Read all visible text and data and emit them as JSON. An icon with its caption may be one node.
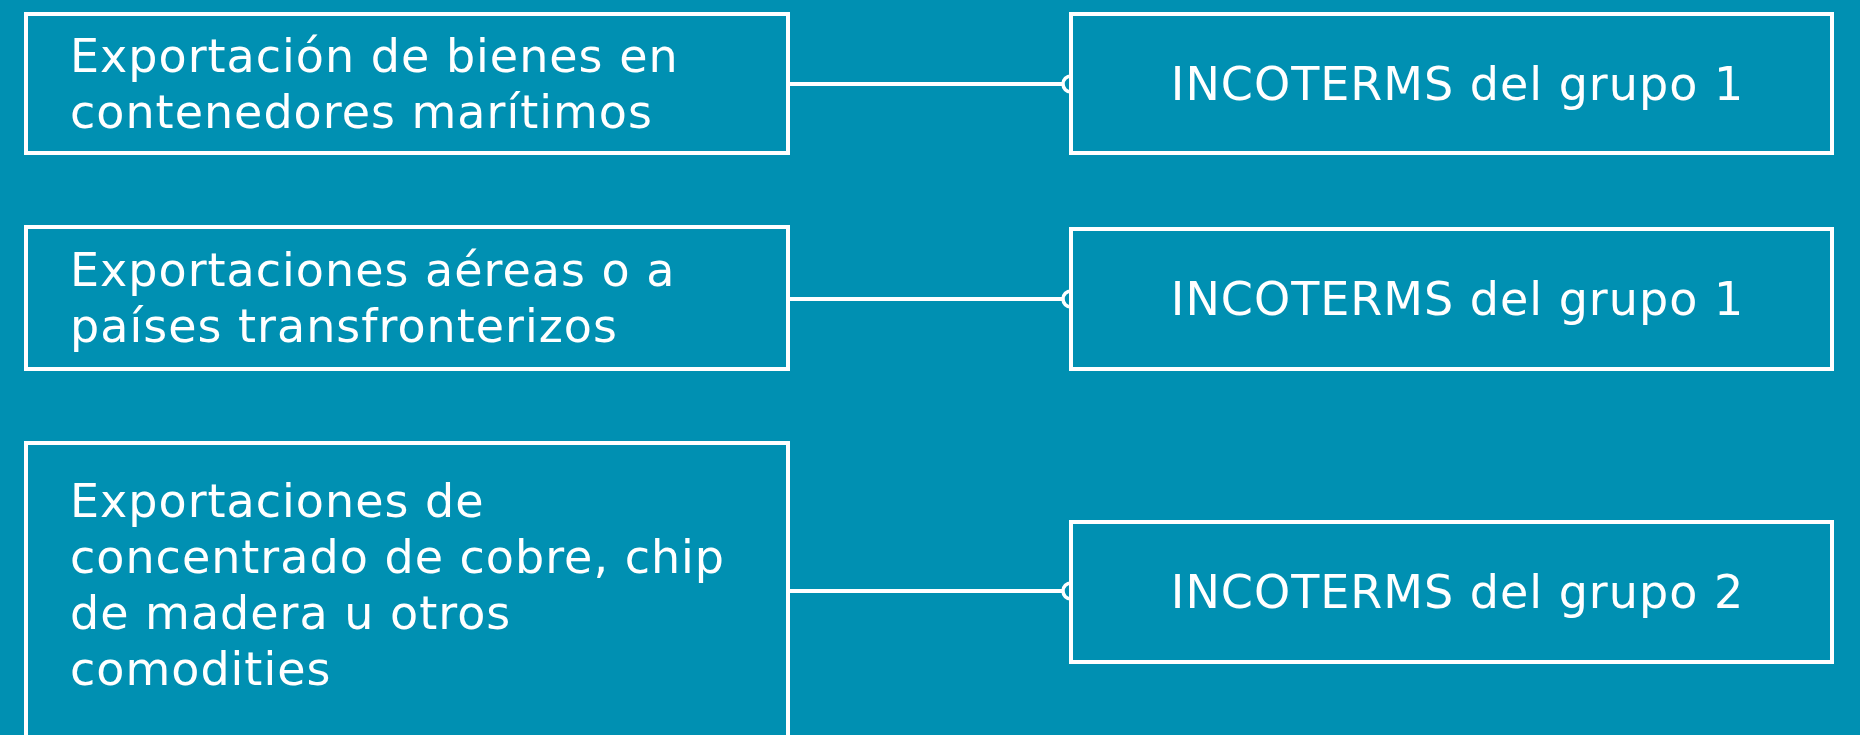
{
  "diagram": {
    "nodes": [
      {
        "text": [
          "Exportación de bienes en contenedores marítimos"
        ]
      },
      {
        "text": [
          "INCOTERMS del grupo 1"
        ]
      },
      {
        "text": [
          "Exportaciones aéreas o a países transfronterizos"
        ]
      },
      {
        "text": [
          "INCOTERMS del grupo 1"
        ]
      },
      {
        "text": [
          "Exportaciones de concentrado de cobre, chip de madera u otros comodities"
        ]
      },
      {
        "text": [
          "INCOTERMS del grupo 2"
        ]
      }
    ],
    "edges": [
      {
        "from": 0,
        "to": 1,
        "arrow": "other"
      },
      {
        "from": 2,
        "to": 3,
        "arrow": "other"
      },
      {
        "from": 4,
        "to": 5,
        "arrow": "other"
      }
    ]
  }
}
